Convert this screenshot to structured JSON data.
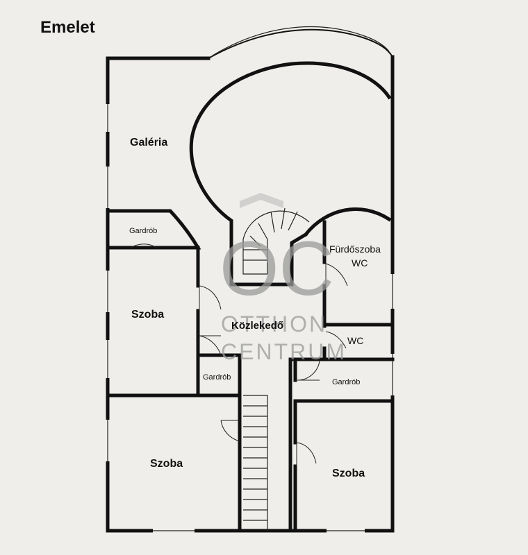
{
  "title": "Emelet",
  "rooms": {
    "galeria": "Galéria",
    "gardrob_top": "Gardrób",
    "szoba_left": "Szoba",
    "kozlekedo": "Közlekedő",
    "furdoszoba_line1": "Fürdőszoba",
    "furdoszoba_line2": "WC",
    "wc": "WC",
    "gardrob_center": "Gardrób",
    "gardrob_right": "Gardrób",
    "szoba_bottom_left": "Szoba",
    "szoba_bottom_right": "Szoba"
  },
  "watermark": {
    "logo": "OC",
    "line1": "OTTHON",
    "line2": "CENTRUM"
  }
}
